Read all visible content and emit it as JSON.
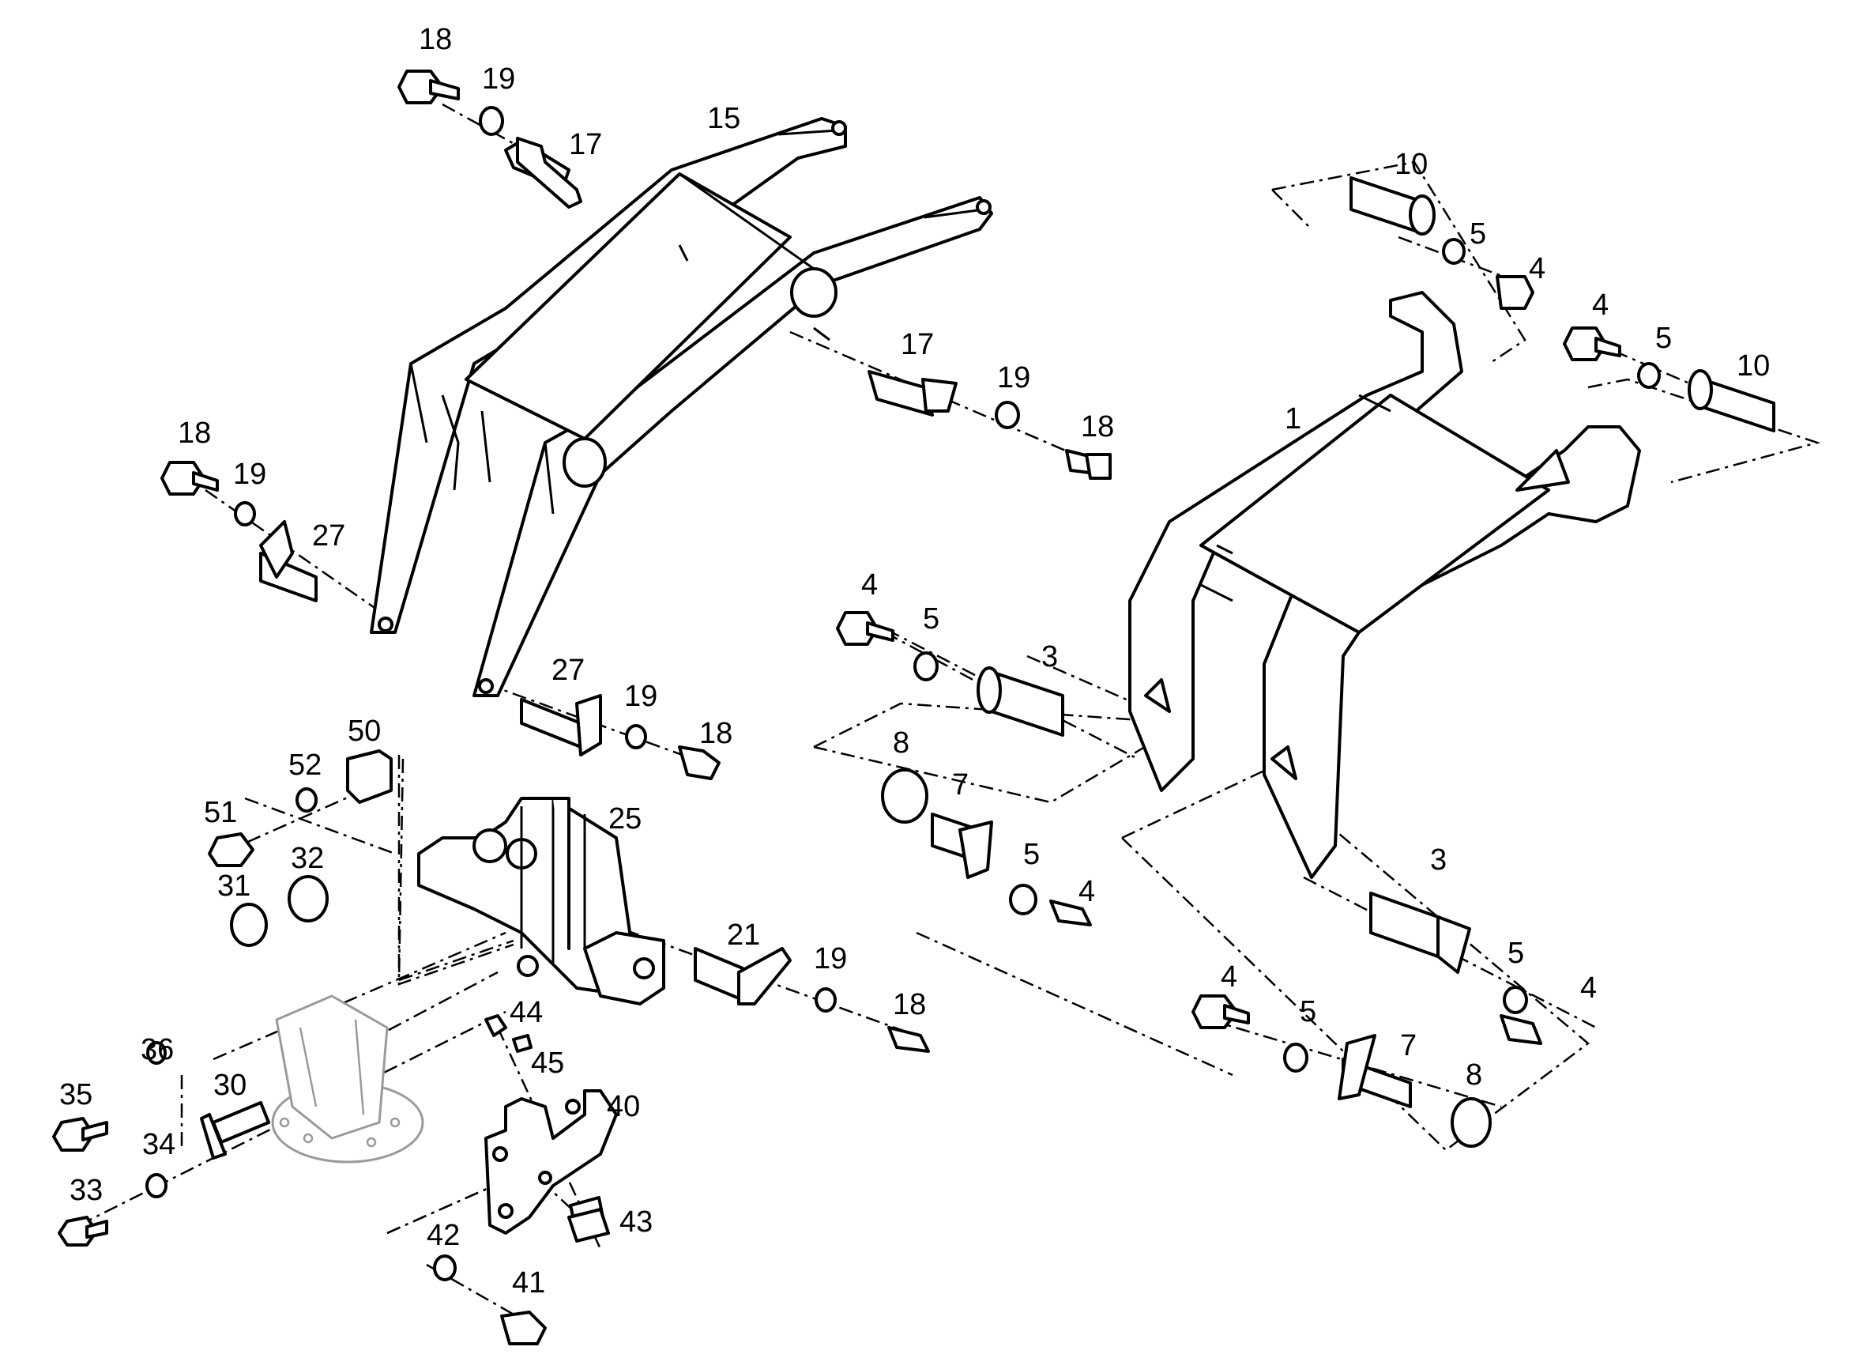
{
  "labels": {
    "l18_top": "18",
    "l19_top": "19",
    "l15": "15",
    "l17_top": "17",
    "l10_top": "10",
    "l5_top": "5",
    "l4_top": "4",
    "l4_right": "4",
    "l5_right": "5",
    "l10_right": "10",
    "l17_mid": "17",
    "l19_mid": "19",
    "l18_mid": "18",
    "l1": "1",
    "l18_left": "18",
    "l19_left": "19",
    "l27_left": "27",
    "l4_c": "4",
    "l5_c": "5",
    "l3_c": "3",
    "l27_low": "27",
    "l19_low": "19",
    "l18_low": "18",
    "l50": "50",
    "l52": "52",
    "l51": "51",
    "l25": "25",
    "l8_c": "8",
    "l7_c": "7",
    "l5_c2": "5",
    "l4_c2": "4",
    "l31": "31",
    "l32": "32",
    "l21": "21",
    "l19_21": "19",
    "l18_21": "18",
    "l3_r": "3",
    "l5_r": "5",
    "l4_r": "4",
    "l44": "44",
    "l45": "45",
    "l40": "40",
    "l43": "43",
    "l36": "36",
    "l35": "35",
    "l30": "30",
    "l34": "34",
    "l33": "33",
    "l42": "42",
    "l41": "41",
    "l4_b": "4",
    "l5_b": "5",
    "l7_b": "7",
    "l8_b": "8"
  },
  "colors": {
    "line": "#000000",
    "ghost": "#9a9a9a",
    "background": "#ffffff"
  },
  "icons": [
    "bolt-icon",
    "washer-icon",
    "pin-icon",
    "boom-frame-icon",
    "bucket-linkage-icon",
    "bracket-icon"
  ]
}
